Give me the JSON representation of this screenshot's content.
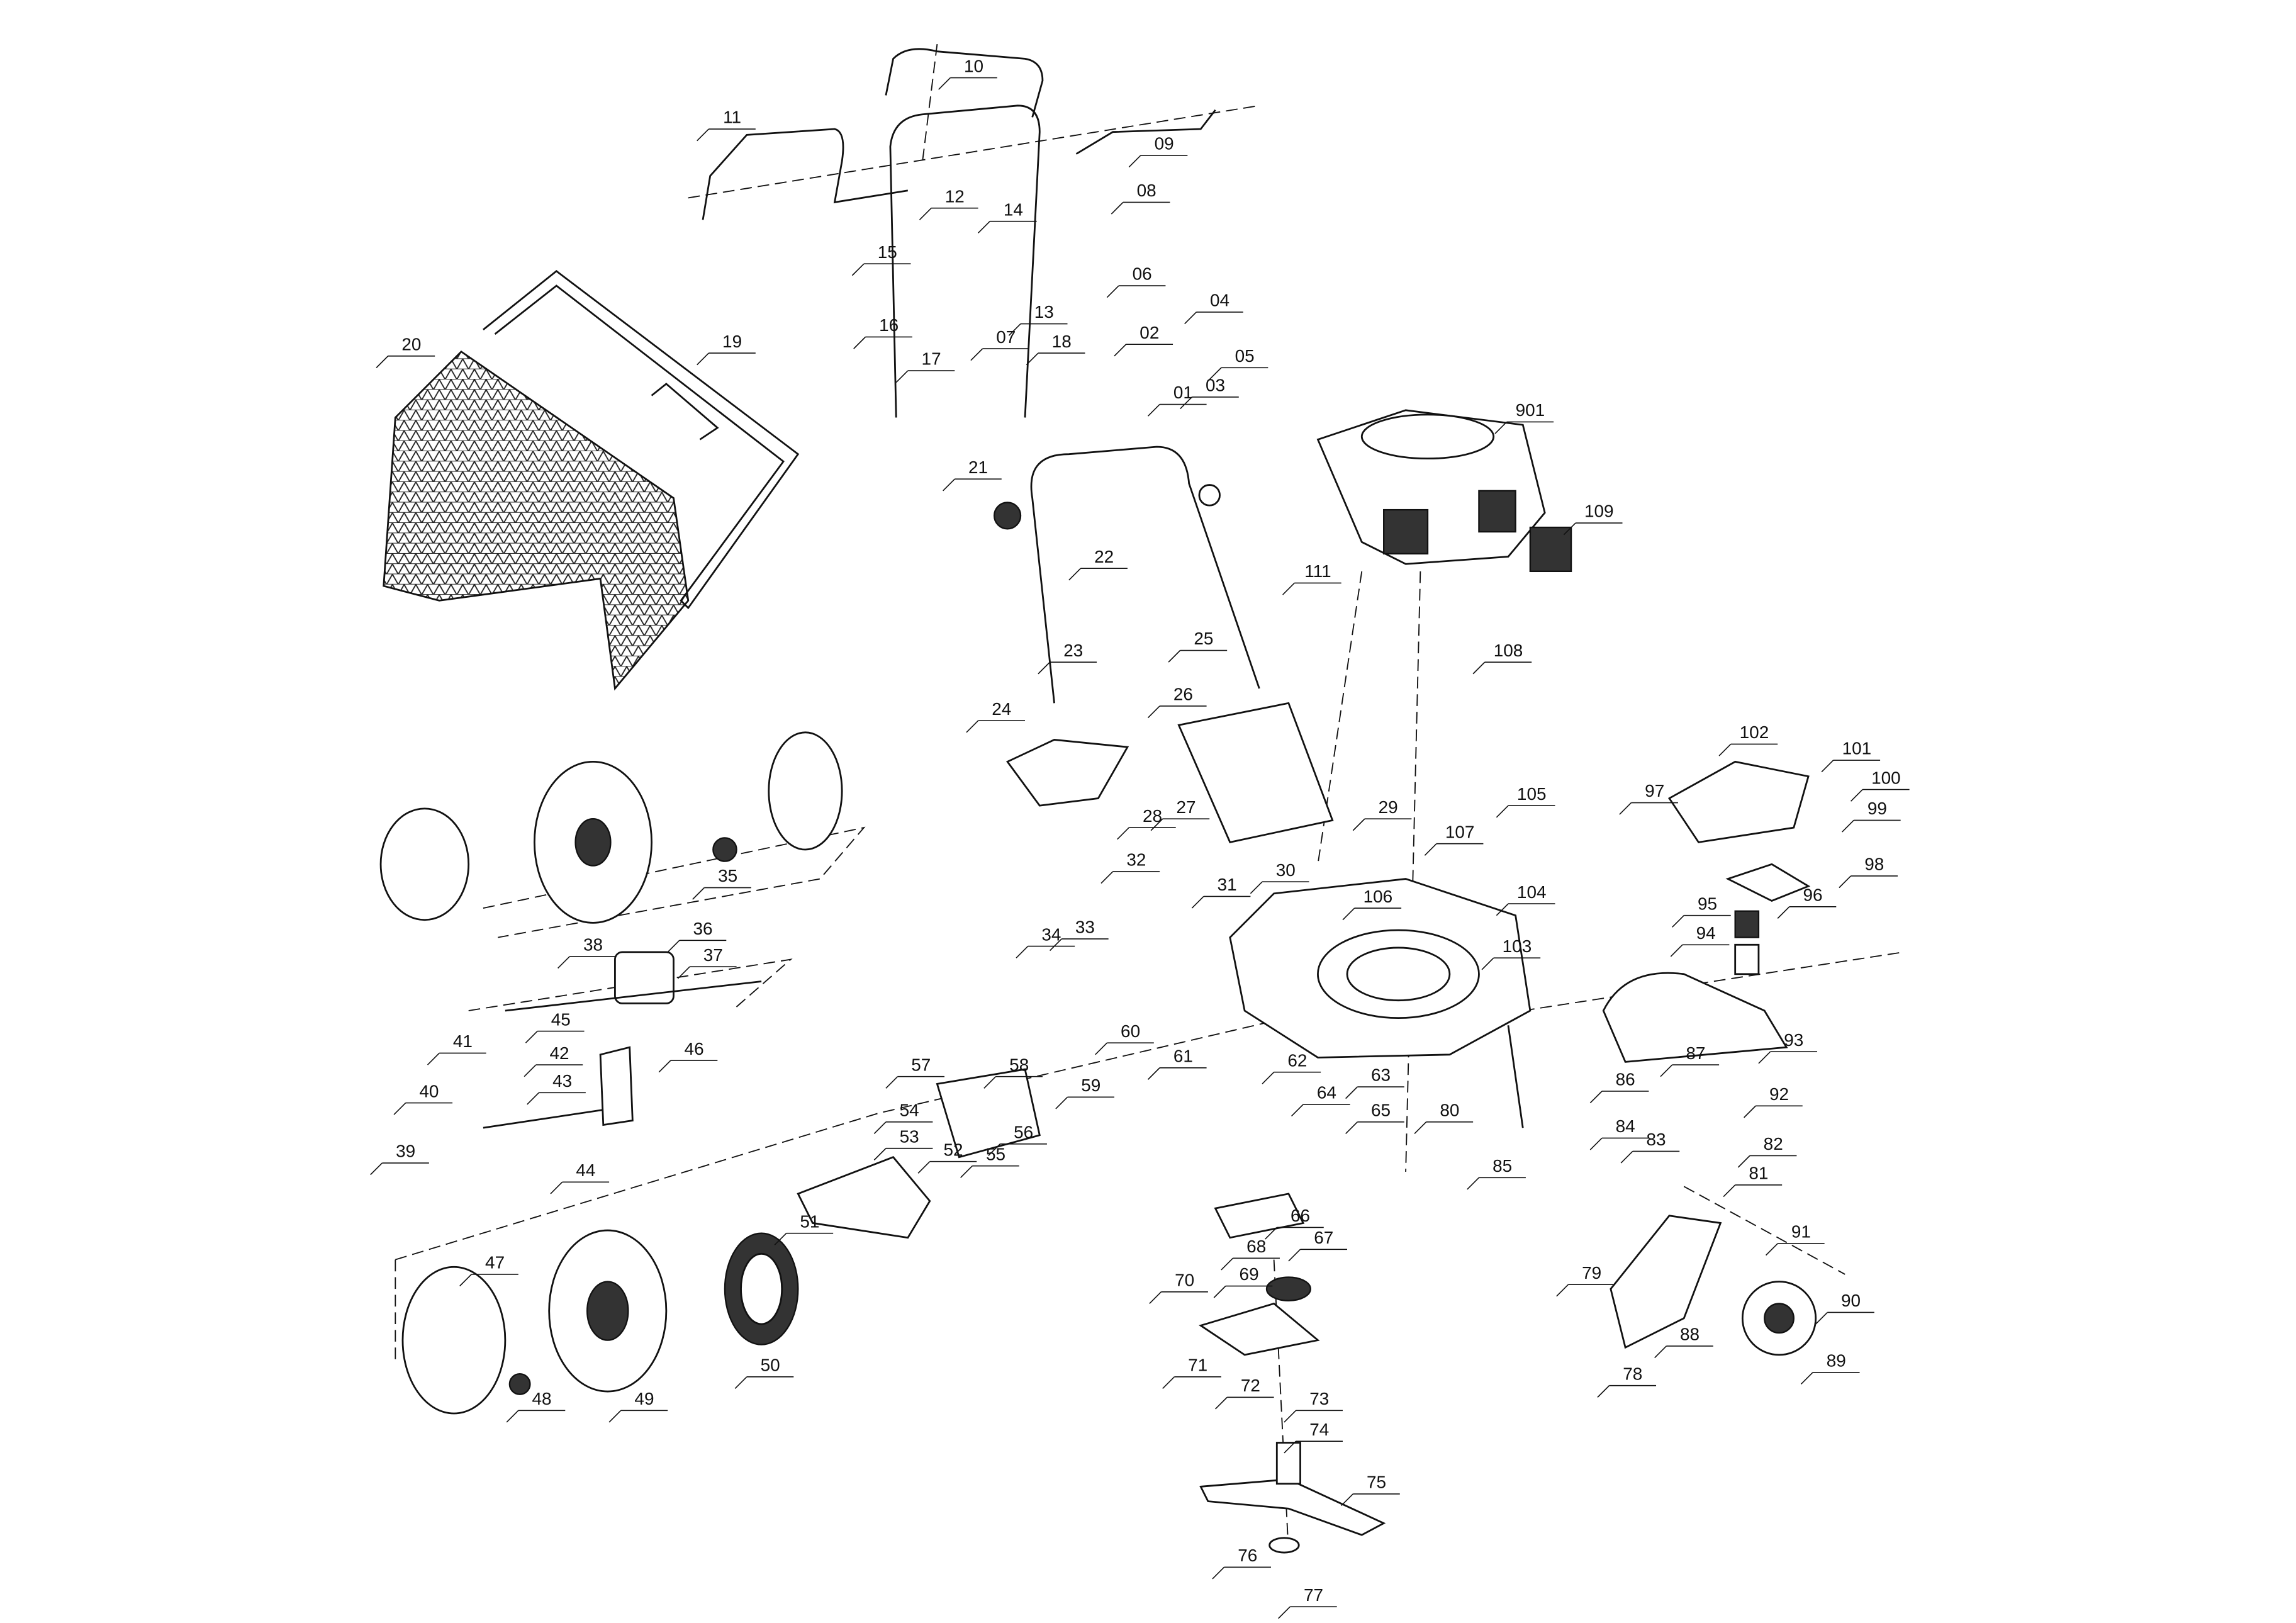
{
  "diagram": {
    "type": "exploded-parts-view",
    "part_numbers": [
      "10",
      "11",
      "09",
      "12",
      "08",
      "14",
      "06",
      "15",
      "13",
      "04",
      "16",
      "17",
      "07",
      "18",
      "02",
      "05",
      "01",
      "03",
      "20",
      "19",
      "901",
      "21",
      "109",
      "22",
      "111",
      "23",
      "25",
      "108",
      "24",
      "26",
      "102",
      "101",
      "100",
      "97",
      "99",
      "105",
      "29",
      "27",
      "28",
      "107",
      "98",
      "30",
      "31",
      "106",
      "104",
      "96",
      "32",
      "35",
      "95",
      "36",
      "33",
      "34",
      "103",
      "94",
      "37",
      "38",
      "45",
      "41",
      "42",
      "43",
      "46",
      "58",
      "60",
      "61",
      "57",
      "62",
      "87",
      "93",
      "86",
      "40",
      "59",
      "63",
      "64",
      "92",
      "39",
      "54",
      "53",
      "80",
      "65",
      "84",
      "83",
      "82",
      "56",
      "44",
      "52",
      "55",
      "85",
      "81",
      "51",
      "66",
      "91",
      "68",
      "67",
      "79",
      "90",
      "70",
      "69",
      "47",
      "88",
      "71",
      "89",
      "50",
      "78",
      "72",
      "73",
      "48",
      "49",
      "74",
      "75",
      "76",
      "77"
    ]
  }
}
